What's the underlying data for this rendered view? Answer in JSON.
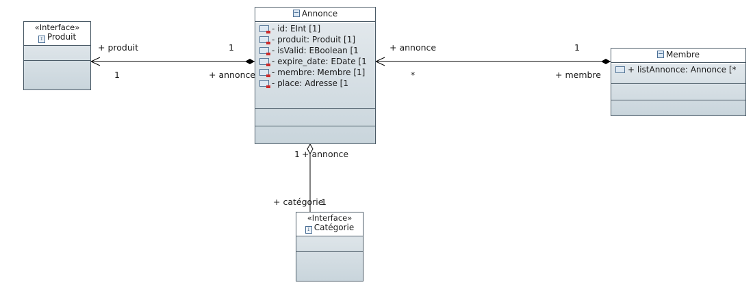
{
  "classes": {
    "produit": {
      "stereotype": "«Interface»",
      "name": "Produit",
      "kind": "interface"
    },
    "annonce": {
      "name": "Annonce",
      "kind": "class",
      "attributes": [
        "- id: EInt [1]",
        "- produit: Produit [1]",
        "- isValid: EBoolean [1",
        "- expire_date: EDate [1",
        "- membre: Membre [1]",
        "- place: Adresse [1"
      ]
    },
    "membre": {
      "name": "Membre",
      "kind": "class",
      "attributes": [
        "+ listAnnonce: Annonce [*"
      ]
    },
    "categorie": {
      "stereotype": "«Interface»",
      "name": "Catégorie",
      "kind": "interface"
    }
  },
  "associations": {
    "annonce_produit": {
      "source_role": "+ annonce",
      "source_mult": "1",
      "target_role": "+ produit",
      "target_mult": "1",
      "source_end": "composition",
      "target_end": "navigable"
    },
    "membre_annonce": {
      "source_role": "+ membre",
      "source_mult": "1",
      "target_role": "+ annonce",
      "target_mult": "*",
      "source_end": "composition",
      "target_end": "navigable"
    },
    "annonce_categorie": {
      "source_role": "+ annonce",
      "source_mult": "1",
      "target_role": "+ catégorie",
      "target_mult": "1",
      "source_end": "aggregation",
      "target_end": "none"
    }
  },
  "colors": {
    "border": "#4a5a66",
    "compartment_fill": "#d3dde3",
    "line": "#000000",
    "private_marker": "#cc2b2b"
  }
}
